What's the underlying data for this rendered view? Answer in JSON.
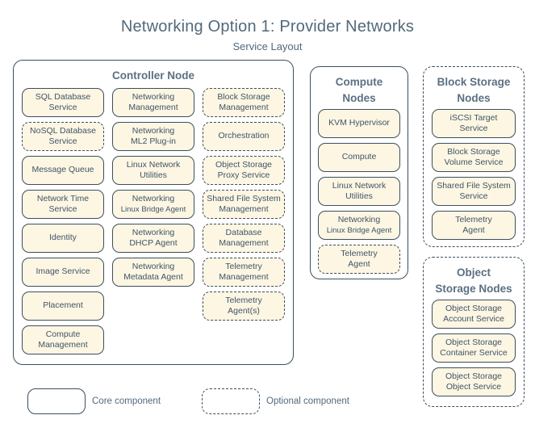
{
  "header": {
    "title": "Networking Option 1: Provider Networks",
    "subtitle": "Service Layout"
  },
  "colors": {
    "box_fill": "#fdf6e3",
    "stroke": "#3c4f5e",
    "text": "#3f5566",
    "heading": "#53697a",
    "background": "#ffffff"
  },
  "panels": {
    "controller": {
      "title": "Controller Node",
      "border": "solid",
      "columns": [
        {
          "items": [
            {
              "line1": "SQL Database",
              "line2": "Service",
              "type": "core"
            },
            {
              "line1": "NoSQL Database",
              "line2": "Service",
              "type": "optional"
            },
            {
              "line1": "Message Queue",
              "line2": "",
              "type": "core"
            },
            {
              "line1": "Network Time",
              "line2": "Service",
              "type": "core"
            },
            {
              "line1": "Identity",
              "line2": "",
              "type": "core"
            },
            {
              "line1": "Image Service",
              "line2": "",
              "type": "core"
            },
            {
              "line1": "Placement",
              "line2": "",
              "type": "core"
            },
            {
              "line1": "Compute",
              "line2": "Management",
              "type": "core"
            }
          ]
        },
        {
          "items": [
            {
              "line1": "Networking",
              "line2": "Management",
              "type": "core"
            },
            {
              "line1": "Networking",
              "line2": "ML2 Plug-in",
              "type": "core"
            },
            {
              "line1": "Linux Network",
              "line2": "Utilities",
              "type": "core"
            },
            {
              "line1": "Networking",
              "line2": "Linux Bridge Agent",
              "type": "core",
              "small2": true
            },
            {
              "line1": "Networking",
              "line2": "DHCP Agent",
              "type": "core"
            },
            {
              "line1": "Networking",
              "line2": "Metadata Agent",
              "type": "core"
            }
          ]
        },
        {
          "items": [
            {
              "line1": "Block Storage",
              "line2": "Management",
              "type": "optional"
            },
            {
              "line1": "Orchestration",
              "line2": "",
              "type": "optional"
            },
            {
              "line1": "Object Storage",
              "line2": "Proxy Service",
              "type": "optional"
            },
            {
              "line1": "Shared File System",
              "line2": "Management",
              "type": "optional"
            },
            {
              "line1": "Database",
              "line2": "Management",
              "type": "optional"
            },
            {
              "line1": "Telemetry",
              "line2": "Management",
              "type": "optional"
            },
            {
              "line1": "Telemetry",
              "line2": "Agent(s)",
              "type": "optional"
            }
          ]
        }
      ]
    },
    "compute": {
      "title_line1": "Compute",
      "title_line2": "Nodes",
      "border": "solid",
      "items": [
        {
          "line1": "KVM Hypervisor",
          "line2": "",
          "type": "core"
        },
        {
          "line1": "Compute",
          "line2": "",
          "type": "core"
        },
        {
          "line1": "Linux Network",
          "line2": "Utilities",
          "type": "core"
        },
        {
          "line1": "Networking",
          "line2": "Linux Bridge Agent",
          "type": "core",
          "small2": true
        },
        {
          "line1": "Telemetry",
          "line2": "Agent",
          "type": "optional"
        }
      ]
    },
    "block_storage": {
      "title_line1": "Block Storage",
      "title_line2": "Nodes",
      "border": "dashed",
      "items": [
        {
          "line1": "iSCSI Target",
          "line2": "Service",
          "type": "core"
        },
        {
          "line1": "Block Storage",
          "line2": "Volume Service",
          "type": "core"
        },
        {
          "line1": "Shared File System",
          "line2": "Service",
          "type": "core"
        },
        {
          "line1": "Telemetry",
          "line2": "Agent",
          "type": "core"
        }
      ]
    },
    "object_storage": {
      "title_line1": "Object",
      "title_line2": "Storage Nodes",
      "border": "dashed",
      "items": [
        {
          "line1": "Object Storage",
          "line2": "Account Service",
          "type": "core"
        },
        {
          "line1": "Object Storage",
          "line2": "Container Service",
          "type": "core"
        },
        {
          "line1": "Object Storage",
          "line2": "Object Service",
          "type": "core"
        }
      ]
    }
  },
  "legend": {
    "core_label": "Core component",
    "optional_label": "Optional component"
  }
}
